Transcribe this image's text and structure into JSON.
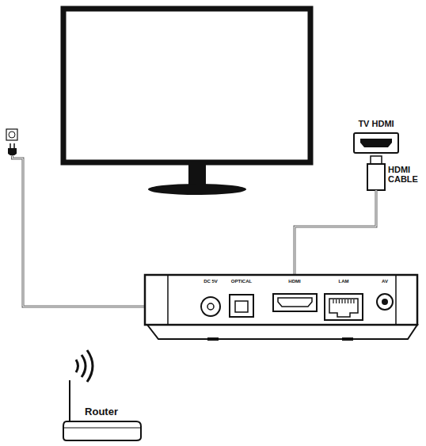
{
  "diagram": {
    "labels": [
      "TV HDMI",
      "HDMI CABLE",
      "DC 5V",
      "OPTICAL",
      "HDMI",
      "LAM",
      "AV",
      "Router"
    ]
  }
}
